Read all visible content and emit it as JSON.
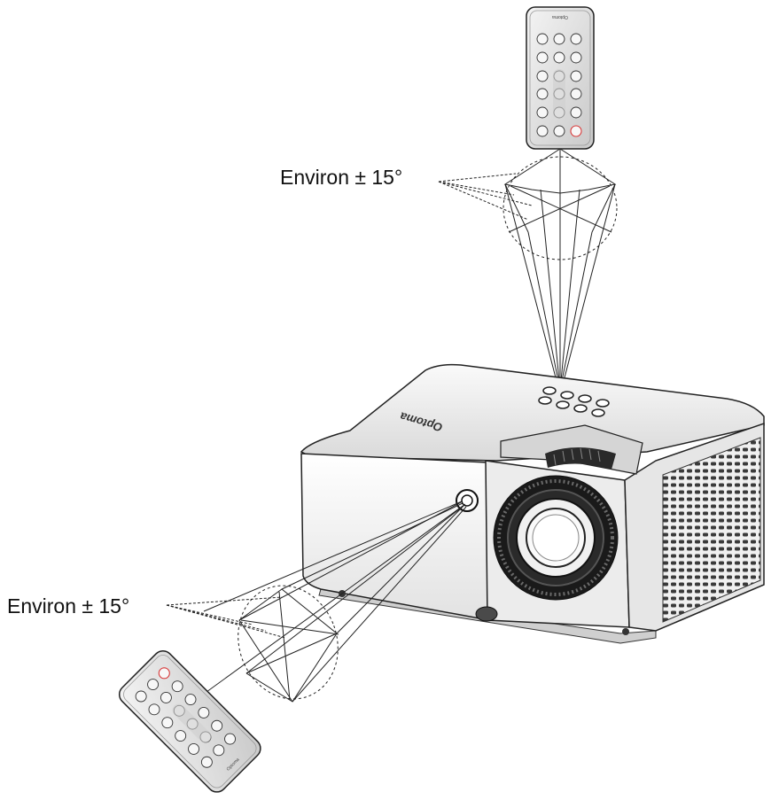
{
  "labels": {
    "top": "Environ ± 15°",
    "left": "Environ ± 15°"
  },
  "brand": "Optoma",
  "colors": {
    "line": "#222222",
    "body": "#f2f2f2",
    "shade": "#d4d4d4",
    "dark": "#1a1a1a",
    "power_button": "#d83a3a"
  },
  "icons": [
    "remote-control-icon",
    "projector-icon",
    "ir-receiver-icon",
    "power-icon"
  ]
}
